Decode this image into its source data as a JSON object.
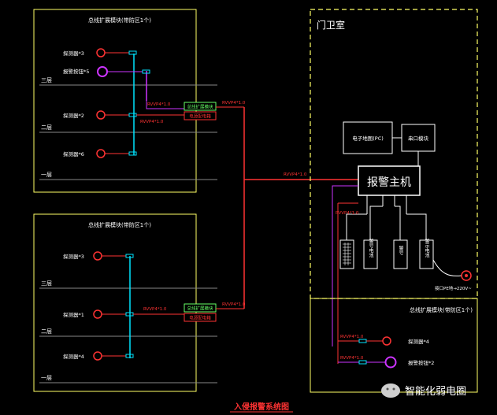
{
  "diagram": {
    "title": "入侵报警系统图",
    "watermark": "智能化弱电圈",
    "top_panel": {
      "title": "总线扩展模块(带防区1个)",
      "floors": [
        "三层",
        "二层",
        "一层"
      ],
      "devices": [
        {
          "label": "探测器*3"
        },
        {
          "label": "报警按钮*5"
        },
        {
          "label": "探测器*2"
        },
        {
          "label": "探测器*6"
        }
      ],
      "cable_a": "RVVP4*1.0",
      "cable_b": "RVVP4*1.0",
      "bus_module": "总线扩展模块",
      "power_box": "电源配电箱",
      "trunk_cable": "RVVP4*1.0"
    },
    "bottom_panel": {
      "title": "总线扩展模块(带防区1个)",
      "floors": [
        "三层",
        "二层",
        "一层"
      ],
      "devices": [
        {
          "label": "探测器*3"
        },
        {
          "label": "探测器*1"
        },
        {
          "label": "探测器*4"
        }
      ],
      "cable_a": "RVVP4*1.0",
      "bus_module": "总线扩展模块",
      "power_box": "电源配电箱",
      "trunk_cable": "RVVP4*1.0"
    },
    "main_cable": "RVVP4*1.0",
    "guard_room": {
      "title": "门卫室",
      "map_pc": "电子地图(PC)",
      "serial": "串口模块",
      "host": "报警主机",
      "keypad_cable": "RVVP4*1.0",
      "outputs": [
        "",
        "警号电池",
        "警号",
        "警示电池"
      ],
      "power_label": "接口PE地→220V~",
      "module_title": "总线扩展模块(带防区1个)",
      "devices": [
        {
          "label": "探测器*4",
          "cable": "RVVP4*1.0"
        },
        {
          "label": "报警按钮*2",
          "cable": "RVVP4*1.0"
        }
      ]
    }
  }
}
